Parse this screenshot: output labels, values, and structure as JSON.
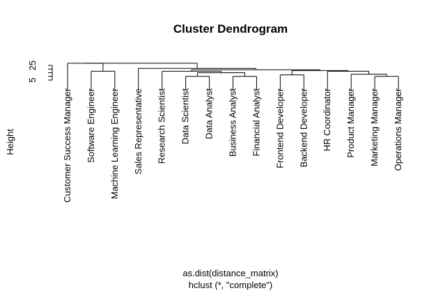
{
  "chart_data": {
    "type": "dendrogram",
    "title": "Cluster Dendrogram",
    "ylabel": "Height",
    "xlabel": "as.dist(distance_matrix)",
    "sublabel": "hclust (*, \"complete\")",
    "ylim": [
      5,
      25
    ],
    "yticks": [
      5,
      10,
      15,
      20,
      25
    ],
    "ytick_labels": [
      "5",
      "",
      "",
      "",
      "25"
    ],
    "leaves": [
      "Customer Success Manager",
      "Software Engineer",
      "Machine Learning Engineer",
      "Sales Representative",
      "Research Scientist",
      "Data Scientist",
      "Data Analyst",
      "Business Analyst",
      "Financial Analyst",
      "Frontend Developer",
      "Backend Developer",
      "HR Coordinator",
      "Product Manager",
      "Marketing Manager",
      "Operations Manager"
    ],
    "merges": [
      {
        "id": "c1",
        "left": "Data Scientist",
        "right": "Data Analyst",
        "height": 10
      },
      {
        "id": "c2",
        "left": "Business Analyst",
        "right": "Financial Analyst",
        "height": 10
      },
      {
        "id": "c3",
        "left": "Marketing Manager",
        "right": "Operations Manager",
        "height": 10
      },
      {
        "id": "c4",
        "left": "Frontend Developer",
        "right": "Backend Developer",
        "height": 12
      },
      {
        "id": "c5",
        "left": "Product Manager",
        "right": "c3",
        "height": 13
      },
      {
        "id": "c6",
        "left": "c1",
        "right": "c2",
        "height": 15
      },
      {
        "id": "c7",
        "left": "HR Coordinator",
        "right": "c5",
        "height": 17
      },
      {
        "id": "c8",
        "left": "Software Engineer",
        "right": "Machine Learning Engineer",
        "height": 17
      },
      {
        "id": "c9",
        "left": "Research Scientist",
        "right": "c6",
        "height": 17
      },
      {
        "id": "c10",
        "left": "c4",
        "right": "c7",
        "height": 18
      },
      {
        "id": "c11",
        "left": "c9",
        "right": "c10",
        "height": 19
      },
      {
        "id": "c12",
        "left": "Sales Representative",
        "right": "c11",
        "height": 21
      },
      {
        "id": "c13",
        "left": "Customer Success Manager",
        "right": "c8",
        "height": 28
      },
      {
        "id": "c14",
        "left": "c13",
        "right": "c12",
        "height": 28
      }
    ]
  }
}
